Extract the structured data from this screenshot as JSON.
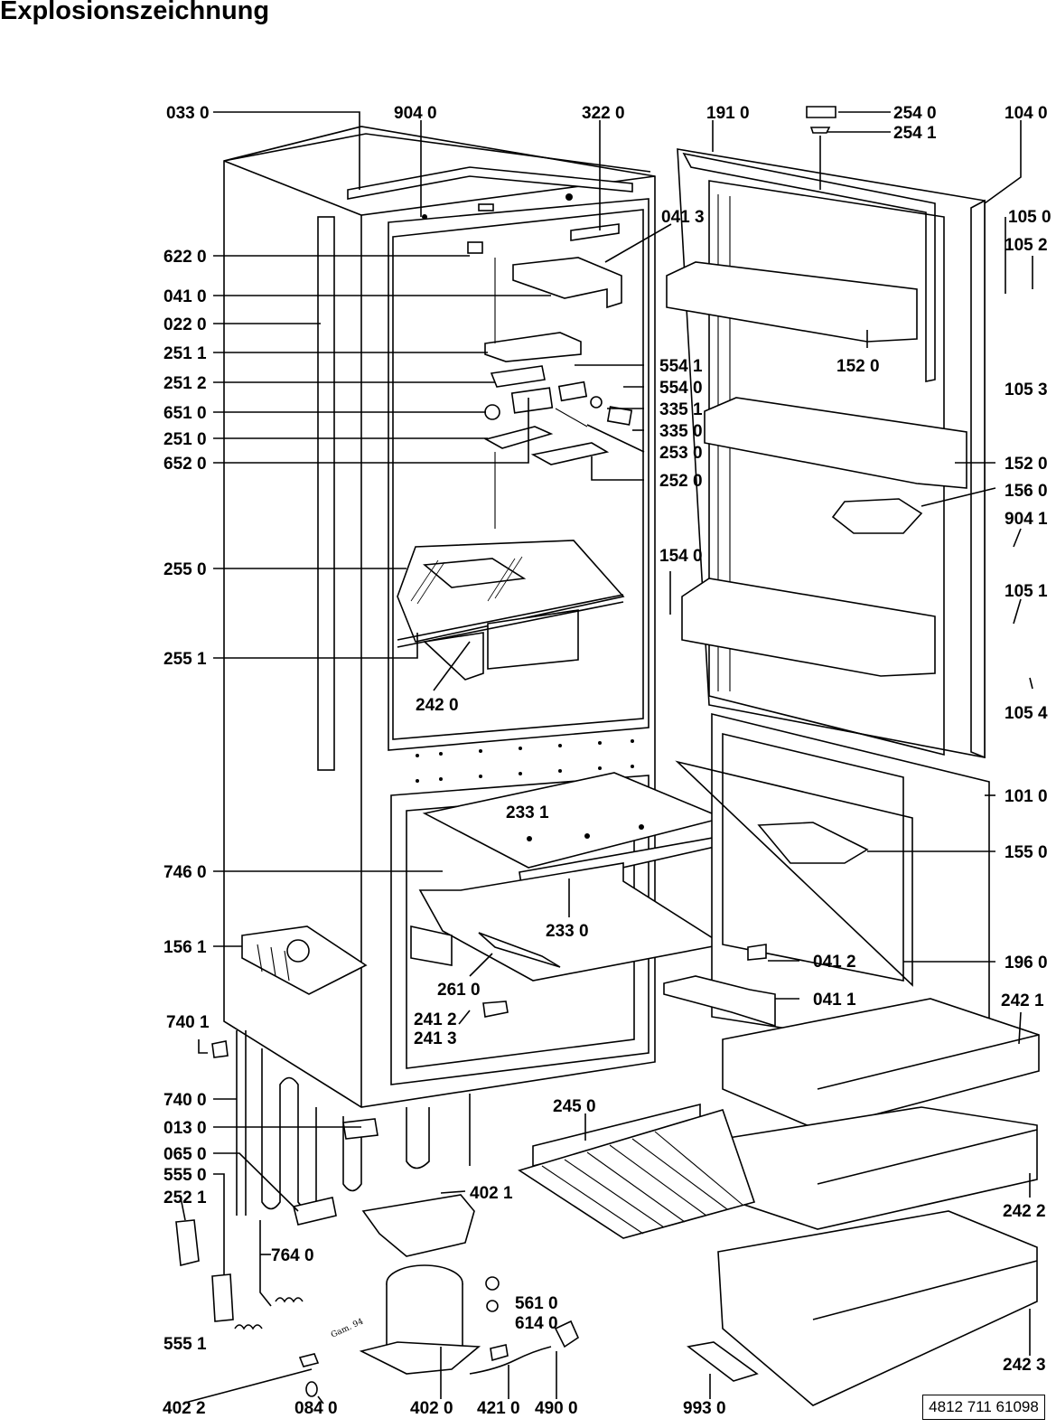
{
  "title": "Explosionszeichnung",
  "reference_number": "4812 711 61098",
  "handwritten_note": "Gam. 94",
  "labels": [
    "033 0",
    "904 0",
    "322 0",
    "191 0",
    "254 0",
    "254 1",
    "104 0",
    "105 0",
    "105 2",
    "105 3",
    "041 3",
    "622 0",
    "041 0",
    "022 0",
    "251 1",
    "251 2",
    "651 0",
    "251 0",
    "652 0",
    "554 1",
    "554 0",
    "335 1",
    "335 0",
    "253 0",
    "252 0",
    "152 0",
    "152 0",
    "156 0",
    "904 1",
    "255 0",
    "154 0",
    "105 1",
    "255 1",
    "242 0",
    "105 4",
    "101 0",
    "233 1",
    "155 0",
    "746 0",
    "233 0",
    "156 1",
    "041 2",
    "196 0",
    "261 0",
    "041 1",
    "242 1",
    "740 1",
    "241 2",
    "241 3",
    "740 0",
    "245 0",
    "013 0",
    "065 0",
    "555 0",
    "252 1",
    "402 1",
    "242 2",
    "764 0",
    "561 0",
    "614 0",
    "555 1",
    "242 3",
    "402 2",
    "084 0",
    "402 0",
    "421 0",
    "490 0",
    "993 0"
  ]
}
